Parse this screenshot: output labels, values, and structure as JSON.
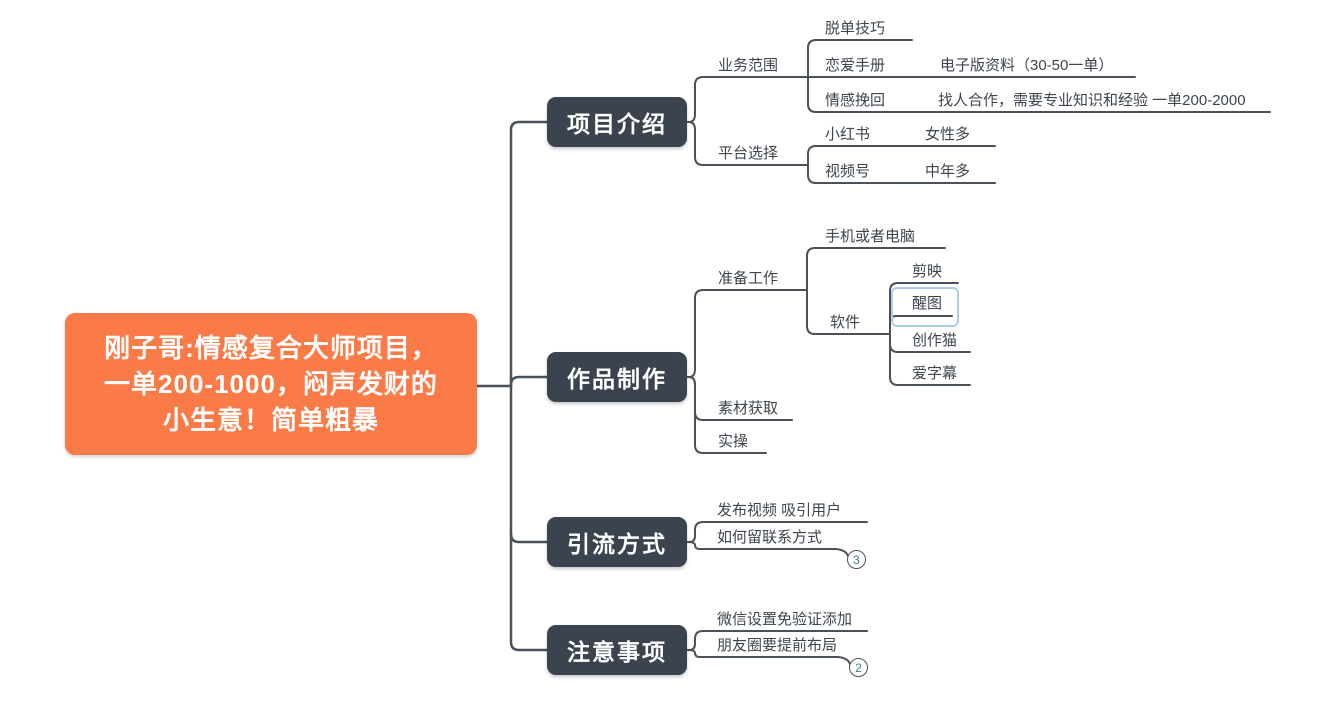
{
  "root": {
    "text": "刚子哥:情感复合大师项目，\n一单200-1000，闷声发财的\n小生意！简单粗暴"
  },
  "branches": [
    {
      "label": "项目介绍",
      "children": [
        {
          "label": "业务范围",
          "children": [
            {
              "label": "脱单技巧"
            },
            {
              "label": "恋爱手册",
              "children": [
                {
                  "label": "电子版资料（30-50一单）"
                }
              ]
            },
            {
              "label": "情感挽回",
              "children": [
                {
                  "label": "找人合作，需要专业知识和经验 一单200-2000"
                }
              ]
            }
          ]
        },
        {
          "label": "平台选择",
          "children": [
            {
              "label": "小红书",
              "children": [
                {
                  "label": "女性多"
                }
              ]
            },
            {
              "label": "视频号",
              "children": [
                {
                  "label": "中年多"
                }
              ]
            }
          ]
        }
      ]
    },
    {
      "label": "作品制作",
      "children": [
        {
          "label": "准备工作",
          "children": [
            {
              "label": "手机或者电脑"
            },
            {
              "label": "软件",
              "children": [
                {
                  "label": "剪映"
                },
                {
                  "label": "醒图",
                  "selected": true
                },
                {
                  "label": "创作猫"
                },
                {
                  "label": "爱字幕"
                }
              ]
            }
          ]
        },
        {
          "label": "素材获取"
        },
        {
          "label": "实操"
        }
      ]
    },
    {
      "label": "引流方式",
      "children": [
        {
          "label": "发布视频 吸引用户"
        },
        {
          "label": "如何留联系方式",
          "collapsed_count": "3"
        }
      ]
    },
    {
      "label": "注意事项",
      "children": [
        {
          "label": "微信设置免验证添加"
        },
        {
          "label": "朋友圈要提前布局",
          "collapsed_count": "2"
        }
      ]
    }
  ],
  "colors": {
    "root_bg": "#fa7b47",
    "main_topic_bg": "#3b434e",
    "line": "#4a5158",
    "topic_text": "#3e454c",
    "selection_border": "#aacdf0",
    "badge_number": "#3c7993"
  }
}
